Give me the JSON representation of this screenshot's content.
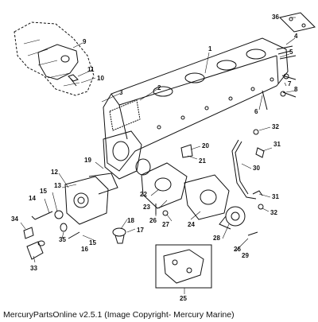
{
  "diagram": {
    "callouts": [
      "1",
      "2",
      "3",
      "4",
      "5",
      "6",
      "7",
      "8",
      "9",
      "10",
      "11",
      "12",
      "13",
      "14",
      "15",
      "15",
      "16",
      "17",
      "18",
      "19",
      "20",
      "21",
      "22",
      "23",
      "24",
      "25",
      "26",
      "26",
      "27",
      "28",
      "29",
      "30",
      "31",
      "31",
      "32",
      "32",
      "33",
      "34",
      "35",
      "36"
    ]
  },
  "caption": "MercuryPartsOnline v2.5.1 (Image Copyright- Mercury Marine)"
}
